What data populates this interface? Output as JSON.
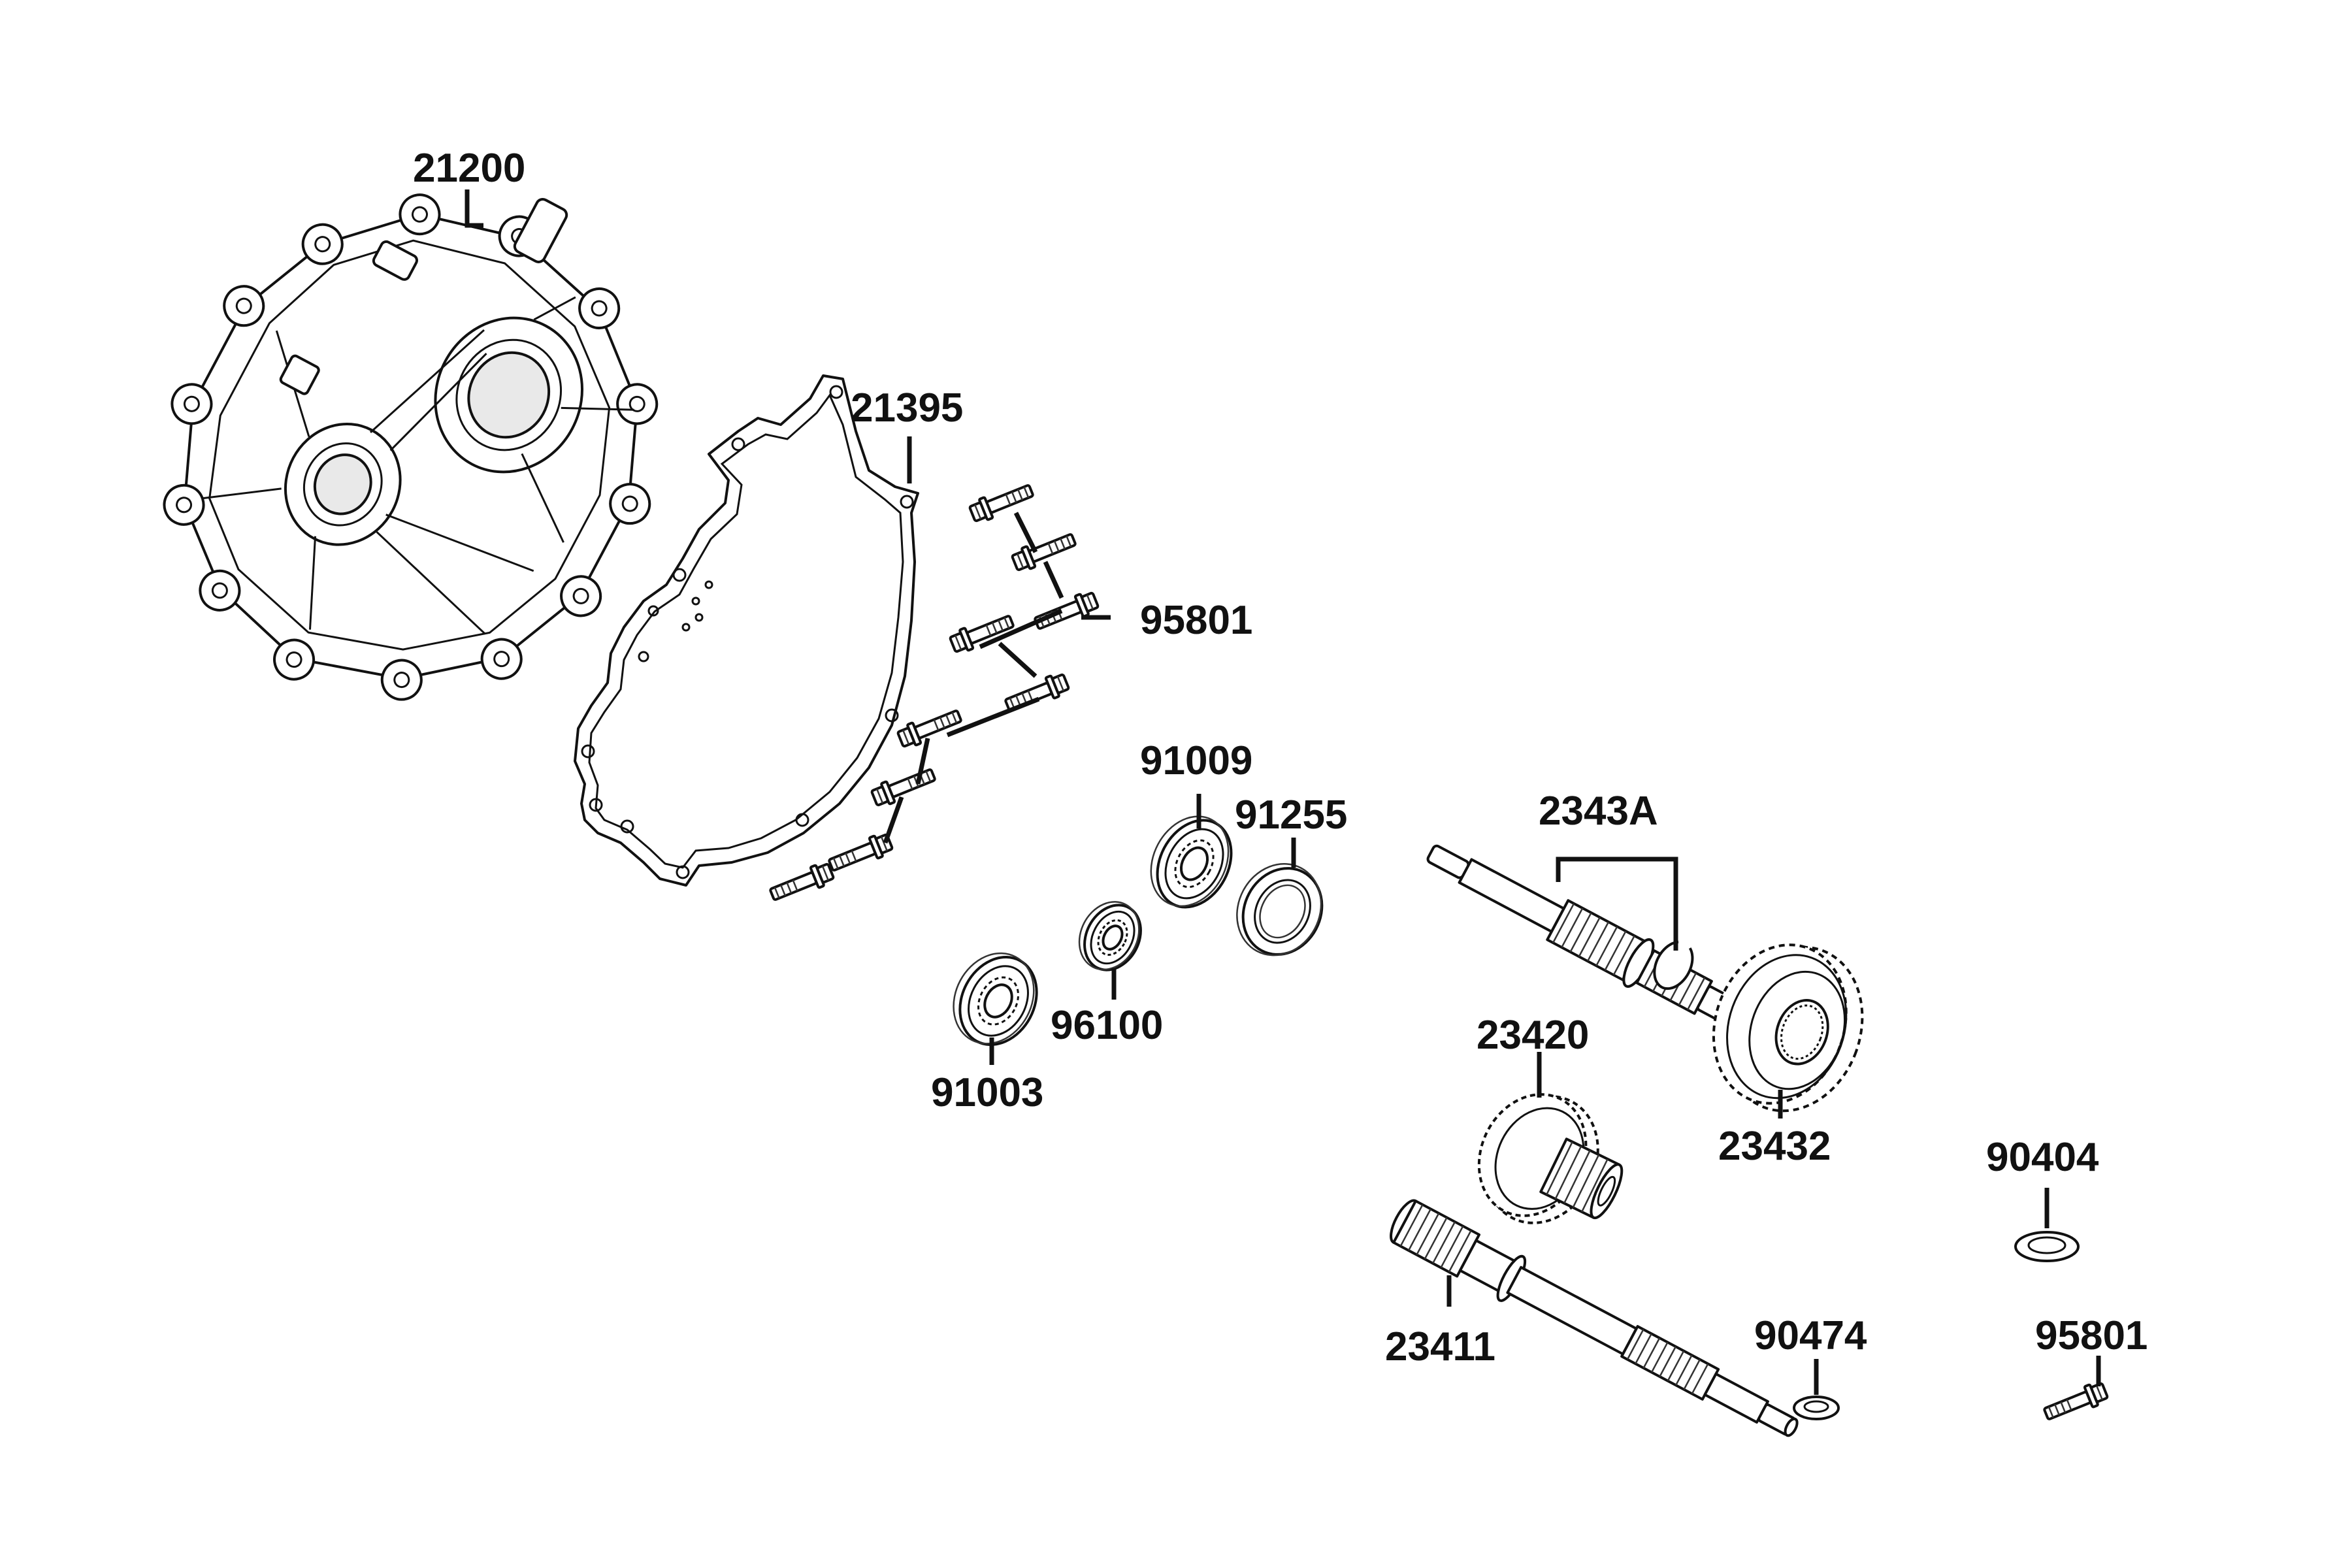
{
  "parts": [
    {
      "id": "label-21200",
      "number": "21200",
      "part": "gearbox-cover"
    },
    {
      "id": "label-21395",
      "number": "21395",
      "part": "cover-gasket"
    },
    {
      "id": "label-95801-bolts",
      "number": "95801",
      "part": "cover-bolts"
    },
    {
      "id": "label-91009",
      "number": "91009",
      "part": "ball-bearing-large"
    },
    {
      "id": "label-91255",
      "number": "91255",
      "part": "oil-seal"
    },
    {
      "id": "label-96100",
      "number": "96100",
      "part": "ball-bearing-small"
    },
    {
      "id": "label-91003",
      "number": "91003",
      "part": "ball-bearing-medium"
    },
    {
      "id": "label-2343A",
      "number": "2343A",
      "part": "countershaft-with-circlip"
    },
    {
      "id": "label-23420",
      "number": "23420",
      "part": "drive-gear"
    },
    {
      "id": "label-23432",
      "number": "23432",
      "part": "final-gear"
    },
    {
      "id": "label-23411",
      "number": "23411",
      "part": "drive-shaft"
    },
    {
      "id": "label-90404",
      "number": "90404",
      "part": "washer-large"
    },
    {
      "id": "label-90474",
      "number": "90474",
      "part": "washer-small"
    },
    {
      "id": "label-95801-single",
      "number": "95801",
      "part": "single-bolt"
    }
  ],
  "icons": {
    "cover": "gearbox-cover-icon",
    "gasket": "gasket-icon",
    "bolt": "flange-bolt-icon",
    "bearing": "ball-bearing-icon",
    "seal": "oil-seal-icon",
    "shaft": "splined-shaft-icon",
    "gear": "helical-gear-icon",
    "washer": "washer-icon",
    "circlip": "circlip-icon"
  },
  "colors": {
    "ink": "#111111",
    "background": "#ffffff"
  }
}
